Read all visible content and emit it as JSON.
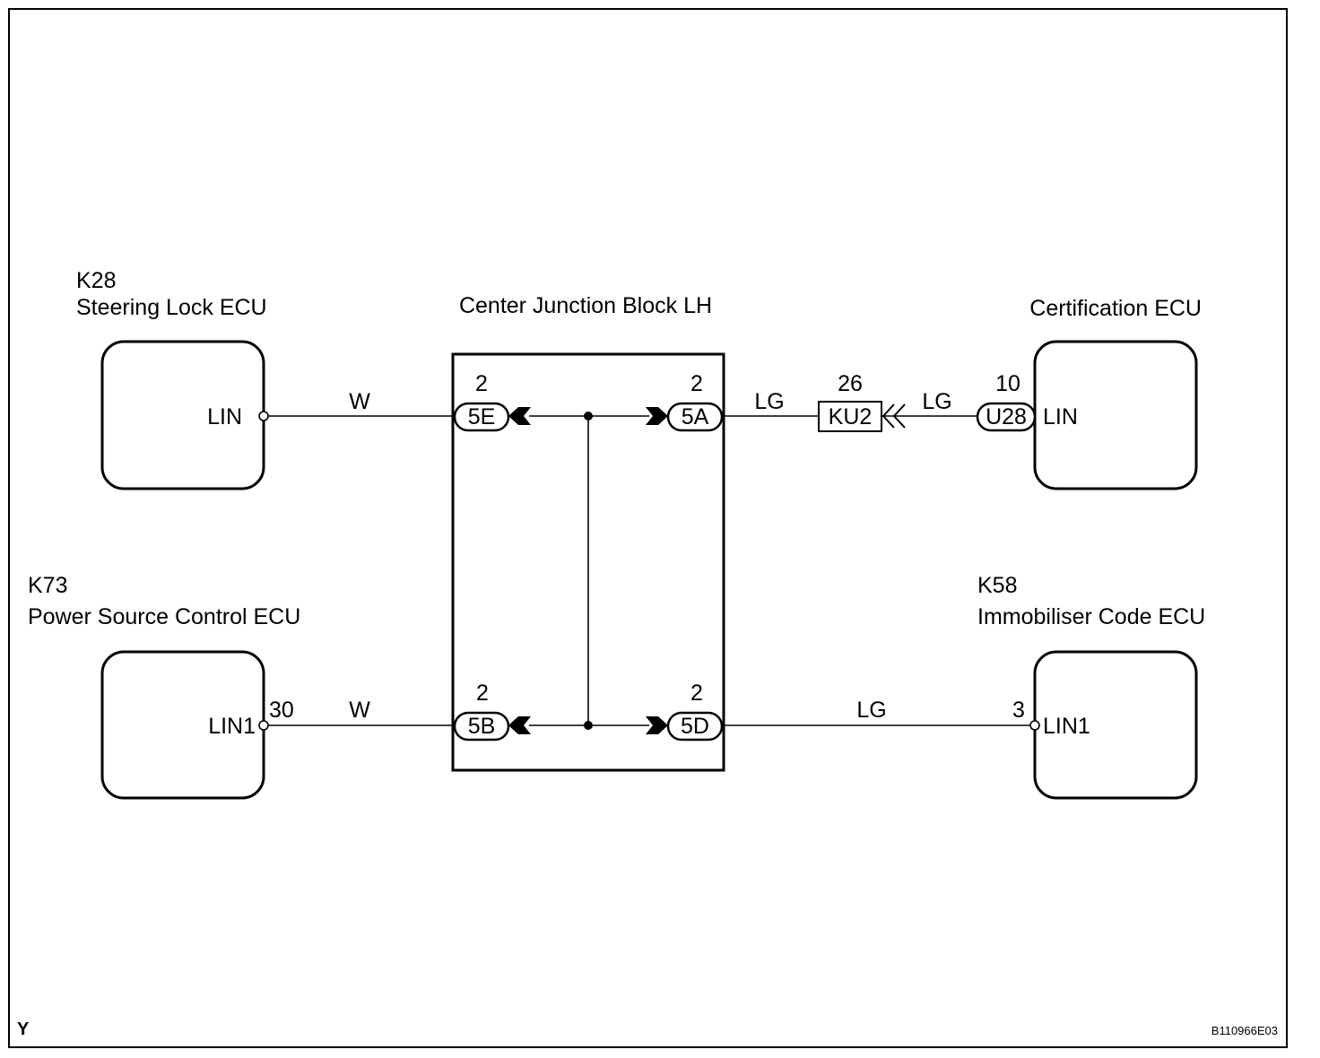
{
  "components": {
    "steering_lock": {
      "code": "K28",
      "name": "Steering Lock ECU",
      "pin": "LIN"
    },
    "power_source": {
      "code": "K73",
      "name": "Power Source Control ECU",
      "pin": "LIN1",
      "pin_no": "30"
    },
    "certification": {
      "name": "Certification ECU",
      "pin": "LIN",
      "connector": "U28",
      "pin_no": "10"
    },
    "immobiliser": {
      "code": "K58",
      "name": "Immobiliser Code ECU",
      "pin": "LIN1",
      "pin_no": "3"
    }
  },
  "junction_block": {
    "title": "Center Junction Block LH",
    "connectors": [
      {
        "id": "5E",
        "pin": "2"
      },
      {
        "id": "5A",
        "pin": "2"
      },
      {
        "id": "5B",
        "pin": "2"
      },
      {
        "id": "5D",
        "pin": "2"
      }
    ]
  },
  "splice": {
    "id": "KU2",
    "pin": "26"
  },
  "wires": {
    "w_top": "W",
    "w_bottom": "W",
    "lg_top_left": "LG",
    "lg_top_right": "LG",
    "lg_bottom": "LG"
  },
  "footer": {
    "left": "Y",
    "right": "B110966E03"
  }
}
